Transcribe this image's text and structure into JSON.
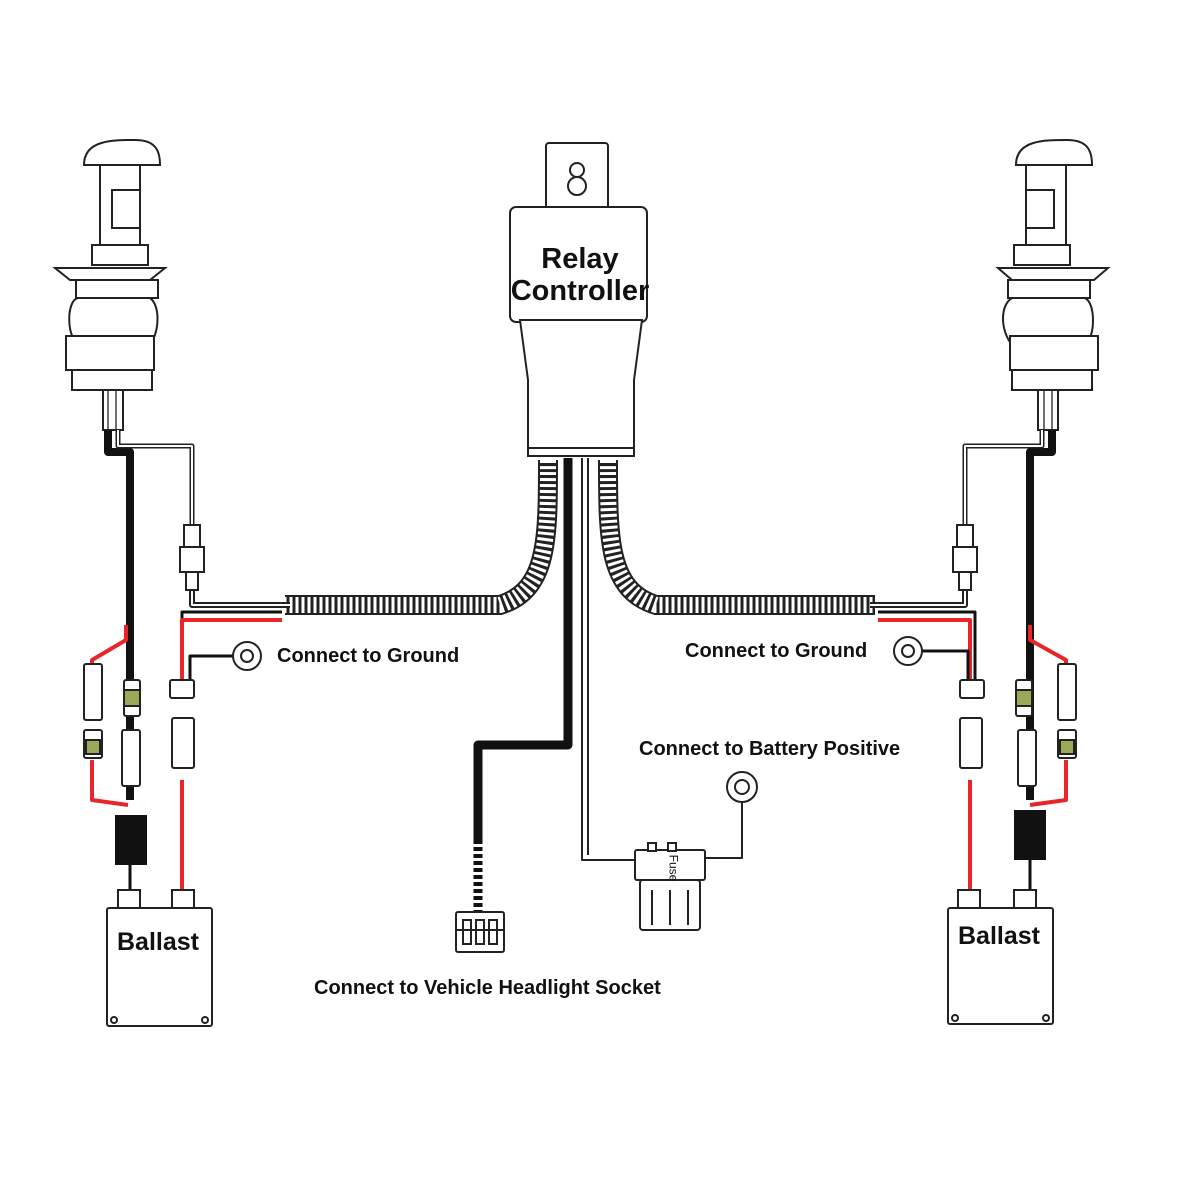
{
  "relay": {
    "line1": "Relay",
    "line2": "Controller"
  },
  "labels": {
    "ground_left": "Connect to Ground",
    "ground_right": "Connect to Ground",
    "battery": "Connect to Battery Positive",
    "headlight_socket": "Connect to Vehicle Headlight Socket",
    "fuse": "Fuse"
  },
  "ballast": {
    "left": "Ballast",
    "right": "Ballast"
  },
  "colors": {
    "wire_red": "#e8262a",
    "wire_black": "#111111",
    "outline": "#222222"
  }
}
